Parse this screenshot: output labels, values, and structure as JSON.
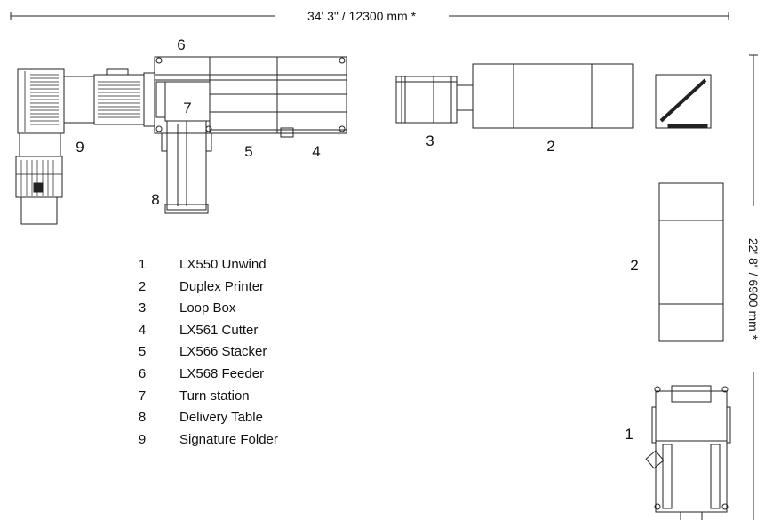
{
  "dimensions": {
    "width": "34' 3\" / 12300 mm *",
    "height": "22' 8\" / 6900 mm *"
  },
  "callouts": {
    "c1": "1",
    "c2a": "2",
    "c2b": "2",
    "c3": "3",
    "c4": "4",
    "c5": "5",
    "c6": "6",
    "c7": "7",
    "c8": "8",
    "c9": "9"
  },
  "legend": [
    {
      "num": "1",
      "label": "LX550 Unwind"
    },
    {
      "num": "2",
      "label": "Duplex Printer"
    },
    {
      "num": "3",
      "label": "Loop Box"
    },
    {
      "num": "4",
      "label": "LX561 Cutter"
    },
    {
      "num": "5",
      "label": "LX566 Stacker"
    },
    {
      "num": "6",
      "label": "LX568 Feeder"
    },
    {
      "num": "7",
      "label": "Turn station"
    },
    {
      "num": "8",
      "label": "Delivery Table"
    },
    {
      "num": "9",
      "label": "Signature Folder"
    }
  ]
}
